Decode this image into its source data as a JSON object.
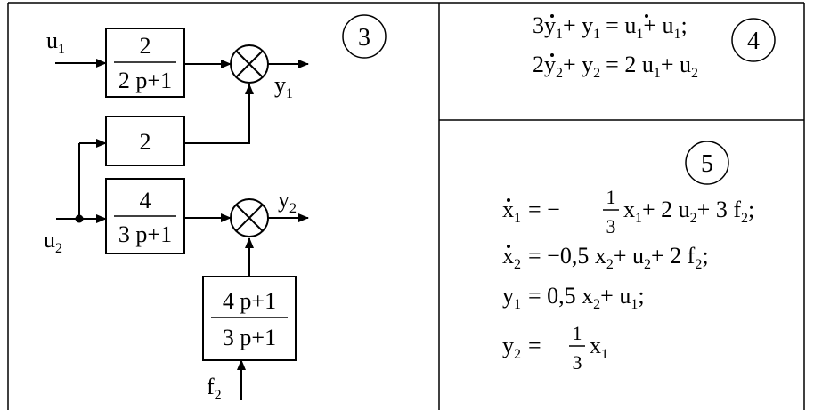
{
  "cells": {
    "c3": {
      "label": "3"
    },
    "c4": {
      "label": "4"
    },
    "c5": {
      "label": "5"
    }
  },
  "diagram": {
    "input_u1": {
      "base": "u",
      "sub": "1"
    },
    "input_u2": {
      "base": "u",
      "sub": "2"
    },
    "input_f2": {
      "base": "f",
      "sub": "2"
    },
    "out_y1": {
      "base": "y",
      "sub": "1"
    },
    "out_y2": {
      "base": "y",
      "sub": "2"
    },
    "block1": {
      "num": "2",
      "den": "2 p+1"
    },
    "block2": {
      "value": "2"
    },
    "block3": {
      "num": "4",
      "den": "3 p+1"
    },
    "block4": {
      "num": "4 p+1",
      "den": "3 p+1"
    }
  },
  "eq4": {
    "line1": {
      "c1": "3",
      "y1": "y",
      "s1": "1",
      "p1": "+ y",
      "s2": "1",
      "eq": "= u",
      "s3": "1",
      "p2": "+ u",
      "s4": "1",
      "end": ";"
    },
    "line2": {
      "c1": "2",
      "y1": "y",
      "s1": "2",
      "p1": "+ y",
      "s2": "2",
      "eq": "= 2 u",
      "s3": "1",
      "p2": "+ u",
      "s4": "2"
    }
  },
  "eq5": {
    "line1": {
      "lhs": "x",
      "ls": "1",
      "eq": "= −",
      "fn": "1",
      "fd": "3",
      "a": "x",
      "as": "1",
      "b": "+ 2 u",
      "bs": "2",
      "c": "+ 3 f",
      "cs": "2",
      "end": ";"
    },
    "line2": {
      "lhs": "x",
      "ls": "2",
      "eq": "= −0,5 x",
      "es": "2",
      "b": "+ u",
      "bs": "2",
      "c": "+ 2 f",
      "cs": "2",
      "end": ";"
    },
    "line3": {
      "lhs": "y",
      "ls": "1",
      "eq": "= 0,5 x",
      "es": "2",
      "b": "+ u",
      "bs": "1",
      "end": ";"
    },
    "line4": {
      "lhs": "y",
      "ls": "2",
      "eq": "=",
      "fn": "1",
      "fd": "3",
      "a": "x",
      "as": "1"
    }
  }
}
